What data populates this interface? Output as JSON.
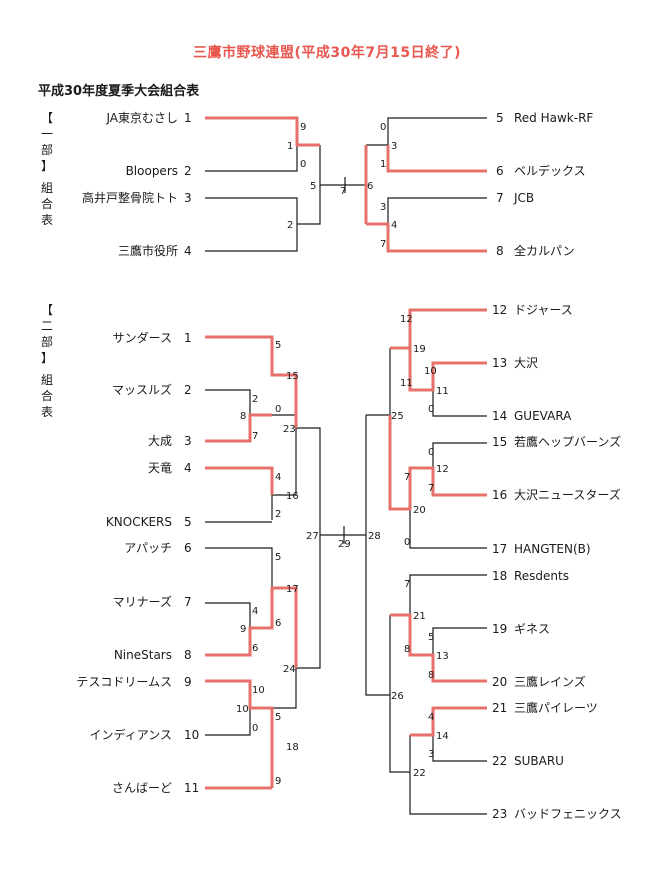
{
  "header": {
    "title": "三鷹市野球連盟(平成30年7月15日終了)",
    "subtitle": "平成30年度夏季大会組合表"
  },
  "colors": {
    "title": "#e8584e",
    "winner_line": "#e8706a",
    "line": "#1a1a1a"
  },
  "division1": {
    "label_chars": [
      "【",
      "一",
      "部",
      "】",
      "組",
      "合",
      "表"
    ],
    "left_teams": [
      {
        "name": "JA東京むさし",
        "seed": "1"
      },
      {
        "name": "Bloopers",
        "seed": "2"
      },
      {
        "name": "高井戸整骨院トト",
        "seed": "3"
      },
      {
        "name": "三鷹市役所",
        "seed": "4"
      }
    ],
    "right_teams": [
      {
        "seed": "5",
        "name": "Red Hawk-RF"
      },
      {
        "seed": "6",
        "name": "ベルデックス"
      },
      {
        "seed": "7",
        "name": "JCB"
      },
      {
        "seed": "8",
        "name": "全カルパン"
      }
    ],
    "scores": {
      "m1_top": "9",
      "m1_bot": "0",
      "m1_no": "1",
      "m2_top": "",
      "m2_bot": "",
      "m2_no": "2",
      "m3_top": "0",
      "m3_bot": "1",
      "m3_no": "3",
      "m4_top": "3",
      "m4_bot": "7",
      "m4_no": "4",
      "semi_left": "5",
      "final_no": "7",
      "semi_right": "6"
    }
  },
  "division2": {
    "label_chars": [
      "【",
      "二",
      "部",
      "】",
      "組",
      "合",
      "表"
    ],
    "left_teams": [
      {
        "name": "サンダース",
        "seed": "1"
      },
      {
        "name": "マッスルズ",
        "seed": "2"
      },
      {
        "name": "大成",
        "seed": "3"
      },
      {
        "name": "天竜",
        "seed": "4"
      },
      {
        "name": "KNOCKERS",
        "seed": "5"
      },
      {
        "name": "アパッチ",
        "seed": "6"
      },
      {
        "name": "マリナーズ",
        "seed": "7"
      },
      {
        "name": "NineStars",
        "seed": "8"
      },
      {
        "name": "テスコドリームス",
        "seed": "9"
      },
      {
        "name": "インディアンス",
        "seed": "10"
      },
      {
        "name": "さんばーど",
        "seed": "11"
      }
    ],
    "right_teams": [
      {
        "seed": "12",
        "name": "ドジャース"
      },
      {
        "seed": "13",
        "name": "大沢"
      },
      {
        "seed": "14",
        "name": "GUEVARA"
      },
      {
        "seed": "15",
        "name": "若鷹ヘップバーンズ"
      },
      {
        "seed": "16",
        "name": "大沢ニュースターズ"
      },
      {
        "seed": "17",
        "name": "HANGTEN(B)"
      },
      {
        "seed": "18",
        "name": "Resdents"
      },
      {
        "seed": "19",
        "name": "ギネス"
      },
      {
        "seed": "20",
        "name": "三鷹レインズ"
      },
      {
        "seed": "21",
        "name": "三鷹パイレーツ"
      },
      {
        "seed": "22",
        "name": "SUBARU"
      },
      {
        "seed": "23",
        "name": "バッドフェニックス"
      }
    ],
    "scores": {
      "m8_top": "2",
      "m8_bot": "7",
      "m8_no": "8",
      "m15_top": "5",
      "m15_bot": "0",
      "m15_no": "15",
      "m16_top": "4",
      "m16_bot": "2",
      "m16_no": "16",
      "m23_no": "23",
      "m9_top": "4",
      "m9_bot": "6",
      "m9_no": "9",
      "m17_top": "5",
      "m17_bot": "6",
      "m17_no": "17",
      "m10_top": "10",
      "m10_bot": "0",
      "m10_no": "10",
      "m18_top": "5",
      "m18_bot": "9",
      "m18_no": "18",
      "m24_no": "24",
      "m27_no": "27",
      "m29_no": "29",
      "m28_no": "28",
      "m11_top": "10",
      "m11_bot": "0",
      "m11_no": "11",
      "m19_top": "12",
      "m19_bot": "11",
      "m19_no": "19",
      "m12_top": "0",
      "m12_bot": "7",
      "m12_no": "12",
      "m20_top": "7",
      "m20_bot": "0",
      "m20_no": "20",
      "m25_no": "25",
      "m13_top": "5",
      "m13_bot": "8",
      "m13_no": "13",
      "m21_top": "7",
      "m21_bot": "8",
      "m21_no": "21",
      "m14_top": "4",
      "m14_bot": "3",
      "m14_no": "14",
      "m22_no": "22",
      "m26_no": "26"
    }
  }
}
